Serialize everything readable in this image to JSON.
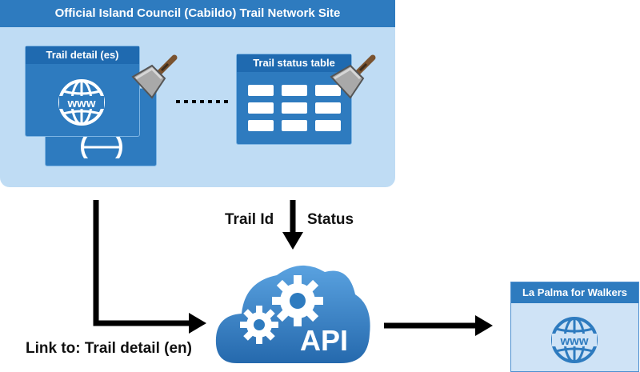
{
  "site": {
    "title": "Official Island Council (Cabildo) Trail Network Site"
  },
  "cards": {
    "trail_detail": {
      "title": "Trail detail (es)",
      "icon": "globe-www-icon"
    },
    "trail_status": {
      "title": "Trail status table",
      "icon": "table-grid-icon"
    },
    "scraper_icon": "scraper-tool-icon"
  },
  "labels": {
    "trail_id": "Trail Id",
    "status": "Status",
    "link_to": "Link to: Trail detail (en)"
  },
  "api": {
    "label": "API",
    "icon": "cloud-gears-icon"
  },
  "destination": {
    "title": "La Palma for Walkers",
    "icon": "globe-www-icon"
  },
  "colors": {
    "dark_blue": "#1f6ab0",
    "mid_blue": "#2e7bbf",
    "light_blue": "#bfdcf4"
  }
}
